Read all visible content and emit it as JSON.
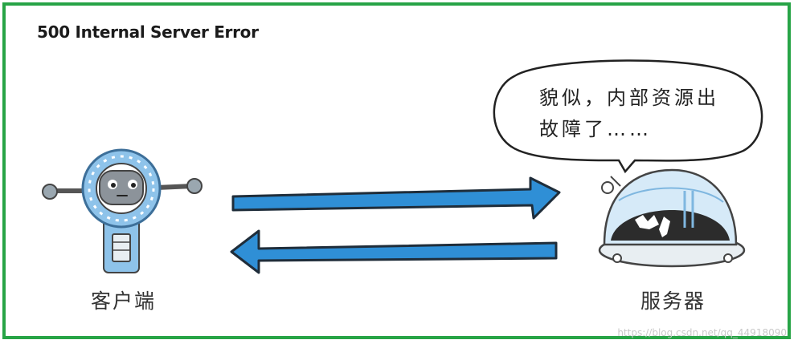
{
  "title": "500 Internal Server Error",
  "client": {
    "label": "客户端"
  },
  "server": {
    "label": "服务器"
  },
  "speech_bubble": {
    "line1": "貌似，内部资源出",
    "line2": "故障了……"
  },
  "watermark": "https://blog.csdn.net/qq_44918090",
  "colors": {
    "frame": "#27a446",
    "arrow": "#2f8fd6",
    "robot": "#8ec3ea",
    "server_dome": "#d6eaf8"
  }
}
